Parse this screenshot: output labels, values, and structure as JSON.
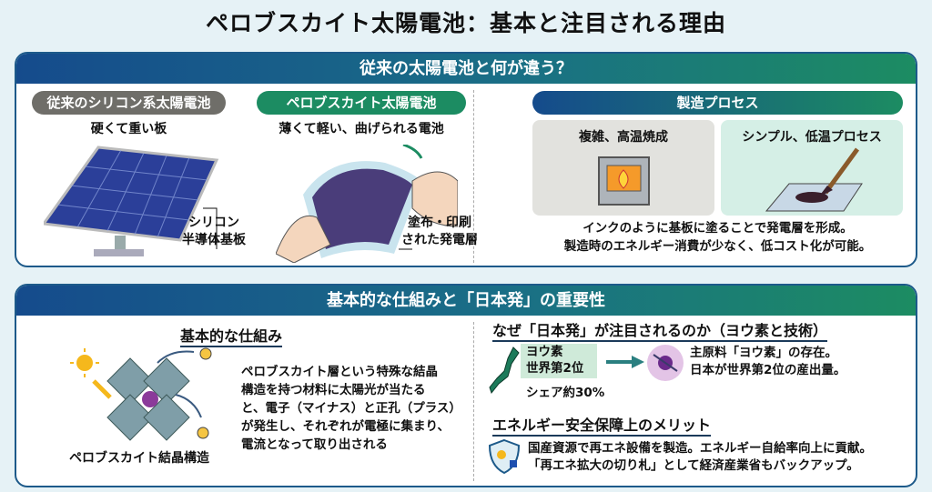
{
  "title": "ペロブスカイト太陽電池：基本と注目される理由",
  "section1": {
    "header": "従来の太陽電池と何が違う？",
    "silicon": {
      "label": "従来のシリコン系太陽電池",
      "subtitle": "硬くて重い板",
      "callout": [
        "シリコン",
        "半導体基板"
      ]
    },
    "perovskite": {
      "label": "ペロブスカイト太陽電池",
      "subtitle": "薄くて軽い、曲げられる電池",
      "callout": [
        "塗布・印刷",
        "された発電層"
      ]
    },
    "process": {
      "label": "製造プロセス",
      "old": "複雑、高温焼成",
      "new": "シンプル、低温プロセス",
      "desc": [
        "インクのように基板に塗ることで発電層を形成。",
        "製造時のエネルギー消費が少なく、低コスト化が可能。"
      ]
    }
  },
  "section2": {
    "header": "基本的な仕組みと「日本発」の重要性",
    "mechanism": {
      "heading": "基本的な仕組み",
      "caption": "ペロブスカイト結晶構造",
      "text": [
        "ペロブスカイト層という特殊な結晶",
        "構造を持つ材料に太陽光が当たる",
        "と、電子（マイナス）と正孔（プラス）",
        "が発生し、それぞれが電極に集まり、",
        "電流となって取り出される"
      ]
    },
    "japan": {
      "heading": "なぜ「日本発」が注目されるのか（ヨウ素と技術）",
      "badge": [
        "ヨウ素",
        "世界第2位"
      ],
      "share": "シェア約30%",
      "text": [
        "主原料「ヨウ素」の存在。",
        "日本が世界第2位の産出量。"
      ]
    },
    "security": {
      "heading": "エネルギー安全保障上のメリット",
      "text": [
        "国産資源で再エネ設備を製造。エネルギー自給率向上に貢献。",
        "「再エネ拡大の切り札」として経済産業省もバックアップ。"
      ]
    }
  },
  "colors": {
    "blue": "#154b8c",
    "green": "#1c8c62",
    "gray": "#6f6e69"
  }
}
